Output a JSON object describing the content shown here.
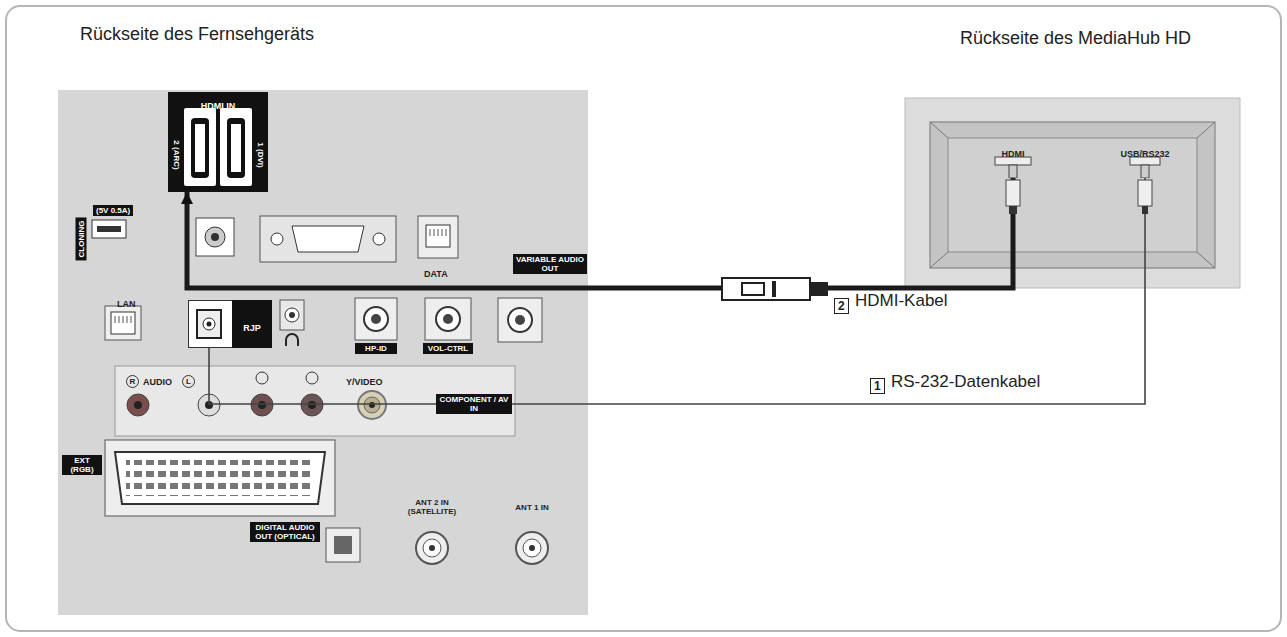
{
  "diagram": {
    "nodes": [
      {
        "text": [
          "Rückseite des Fernsehgeräts"
        ]
      },
      {
        "text": [
          "HDMI IN",
          "2 (ARC)",
          "1 (DVI)"
        ],
        "in": 0
      },
      {
        "text": [
          "RJP"
        ],
        "in": 0
      },
      {
        "text": [
          "Rückseite des MediaHub HD"
        ]
      },
      {
        "text": [
          "HDMI"
        ],
        "in": 3
      },
      {
        "text": [
          "USB/RS232"
        ],
        "in": 3
      }
    ],
    "edges": [
      {
        "from": 4,
        "to": 1,
        "arrow": "to",
        "label": "HDMI-Kabel"
      },
      {
        "from": 5,
        "to": 2,
        "arrow": "none",
        "label": "RS-232-Datenkabel"
      }
    ],
    "labels": [
      "(5V 0.5A)",
      "CLONING",
      "LAN",
      "DATA",
      "VARIABLE AUDIO OUT",
      "HP-ID",
      "VOL-CTRL",
      "R",
      "AUDIO",
      "L",
      "Y/VIDEO",
      "COMPONENT / AV IN",
      "EXT (RGB)",
      "ANT 2 IN (SATELLITE)",
      "ANT 1 IN",
      "DIGITAL AUDIO OUT (OPTICAL)",
      "2",
      "1"
    ]
  }
}
